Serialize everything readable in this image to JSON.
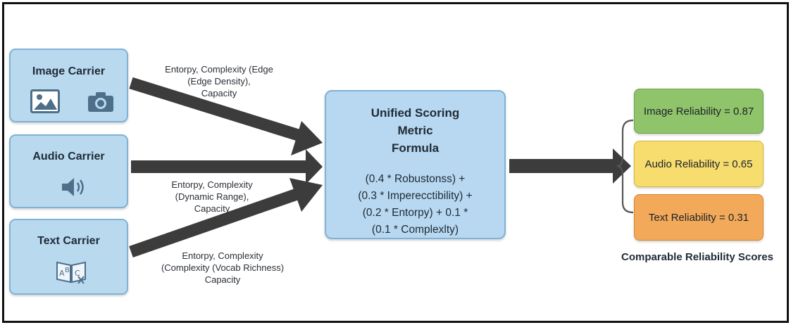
{
  "carriers": [
    {
      "title": "Image Carrier",
      "icons": [
        "image-icon",
        "camera-icon"
      ]
    },
    {
      "title": "Audio Carrier",
      "icons": [
        "speaker-icon"
      ]
    },
    {
      "title": "Text Carrier",
      "icons": [
        "book-icon"
      ]
    }
  ],
  "arrow_labels": [
    {
      "lines": [
        "Entorpy, Complexity (Edge",
        "(Edge Density),",
        "Capacity"
      ]
    },
    {
      "lines": [
        "Entorpy, Complexity",
        "(Dynamic Range),",
        "Capacity"
      ]
    },
    {
      "lines": [
        "Entorpy, Complexity",
        "(Complexity (Vocab Richness)",
        "Capacity"
      ]
    }
  ],
  "center": {
    "title_lines": [
      "Unified Scoring",
      "Metric",
      "Formula"
    ],
    "formula_lines": [
      "(0.4 * Robustonss) +",
      "(0.3 * Imperecctibility) +",
      "(0.2 * Entorpy) + 0.1 *",
      "(0.1 * Complexlty)"
    ]
  },
  "scores": [
    {
      "label": "Image Reliability = 0.87",
      "color": "#8fc46a",
      "border": "#6aa344"
    },
    {
      "label": "Audio Reliability = 0.65",
      "color": "#f7dc6e",
      "border": "#d7b63a"
    },
    {
      "label": "Text Reliability = 0.31",
      "color": "#f3a95a",
      "border": "#d6852e"
    }
  ],
  "footer": "Comparable Reliability Scores",
  "colors": {
    "arrow": "#3c3c3c",
    "carrier_fill": "#b9d9ef",
    "carrier_border": "#7fb2d6",
    "icon": "#4d6f8a"
  }
}
